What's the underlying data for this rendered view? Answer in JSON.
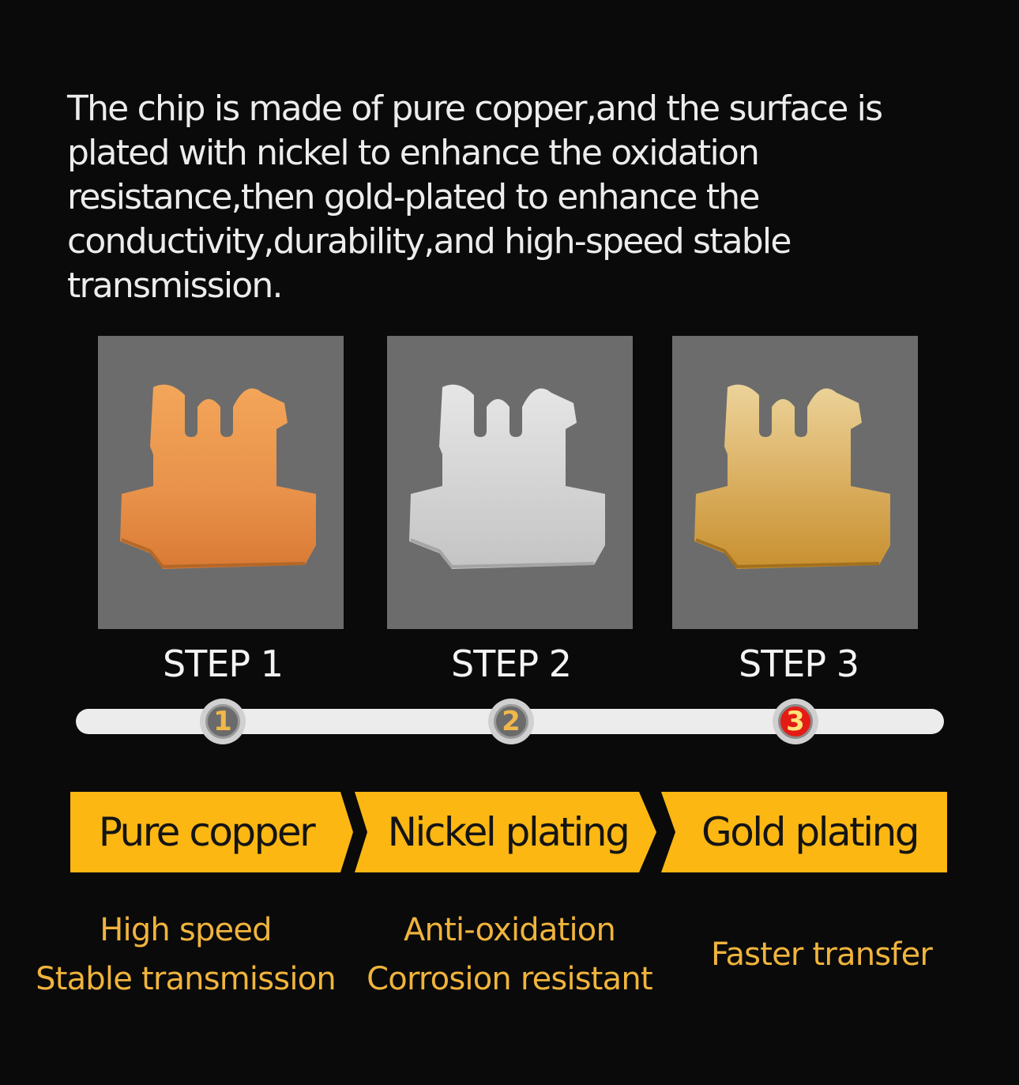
{
  "intro_text": "The chip is made of pure copper,and the surface is plated with nickel  to enhance the oxidation resistance,then gold-plated to enhance the conductivity,durability,and high-speed stable transmission.",
  "colors": {
    "background": "#0a0a0a",
    "accent_yellow": "#fcb712",
    "benefit_text": "#f0b43c",
    "copper": "#e8924a",
    "nickel": "#cfcfcf",
    "gold": "#d8ab5a",
    "active_step": "#e41b14"
  },
  "steps": [
    {
      "label": "STEP 1",
      "number": "1",
      "active": false,
      "material": "Pure copper",
      "benefits": [
        "High speed",
        "Stable transmission"
      ],
      "chip_icon": "copper-chip-icon"
    },
    {
      "label": "STEP 2",
      "number": "2",
      "active": false,
      "material": "Nickel plating",
      "benefits": [
        "Anti-oxidation",
        "Corrosion resistant"
      ],
      "chip_icon": "nickel-chip-icon"
    },
    {
      "label": "STEP 3",
      "number": "3",
      "active": true,
      "material": "Gold plating",
      "benefits": [
        "Faster transfer"
      ],
      "chip_icon": "gold-chip-icon"
    }
  ]
}
